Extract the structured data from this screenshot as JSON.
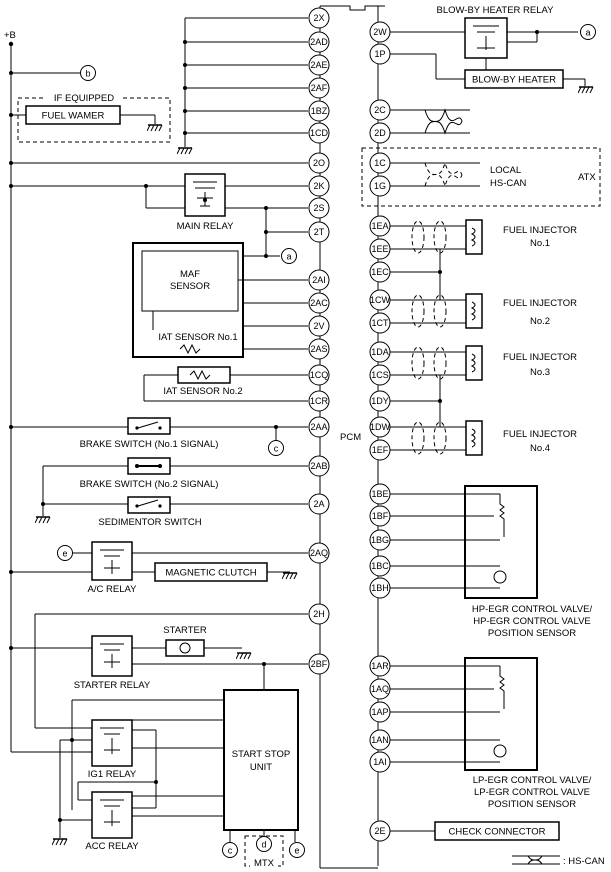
{
  "power_label": "+B",
  "pcm_label": "PCM",
  "left_pins": [
    "2X",
    "2AD",
    "2AE",
    "2AF",
    "1BZ",
    "1CD",
    "2O",
    "2K",
    "2S",
    "2T",
    "2AI",
    "2AC",
    "2V",
    "2AS",
    "1CQ",
    "1CR",
    "2AA",
    "2AB",
    "2A",
    "2AQ",
    "2H",
    "2BF"
  ],
  "right_pins": [
    "2W",
    "1P",
    "2C",
    "2D",
    "1C",
    "1G",
    "1EA",
    "1EE",
    "1EC",
    "1CW",
    "1CT",
    "1DA",
    "1CS",
    "1DY",
    "1DW",
    "1EF",
    "1BE",
    "1BF",
    "1BG",
    "1BC",
    "1BH",
    "1AR",
    "1AQ",
    "1AP",
    "1AN",
    "1AI",
    "2E"
  ],
  "markers": {
    "a": "a",
    "b": "b",
    "c": "c",
    "d": "d",
    "e": "e"
  },
  "labels": {
    "if_equipped": "IF EQUIPPED",
    "fuel_warmer": "FUEL WAMER",
    "main_relay": "MAIN RELAY",
    "maf_sensor_1": "MAF",
    "maf_sensor_2": "SENSOR",
    "iat_sensor_1": "IAT SENSOR No.1",
    "iat_sensor_2": "IAT SENSOR No.2",
    "brake_switch_1": "BRAKE SWITCH (No.1 SIGNAL)",
    "brake_switch_2": "BRAKE SWITCH (No.2 SIGNAL)",
    "sedimentor_switch": "SEDIMENTOR SWITCH",
    "ac_relay": "A/C RELAY",
    "magnetic_clutch": "MAGNETIC CLUTCH",
    "starter": "STARTER",
    "starter_relay": "STARTER RELAY",
    "ig1_relay": "IG1 RELAY",
    "acc_relay": "ACC RELAY",
    "start_stop_1": "START STOP",
    "start_stop_2": "UNIT",
    "mtx": "MTX",
    "blowby_relay": "BLOW-BY HEATER RELAY",
    "blowby_heater": "BLOW-BY HEATER",
    "local_hs_can_1": "LOCAL",
    "local_hs_can_2": "HS-CAN",
    "atx": "ATX",
    "fi1_a": "FUEL INJECTOR",
    "fi1_b": "No.1",
    "fi2_a": "FUEL INJECTOR",
    "fi2_b": "No.2",
    "fi3_a": "FUEL INJECTOR",
    "fi3_b": "No.3",
    "fi4_a": "FUEL INJECTOR",
    "fi4_b": "No.4",
    "hp_egr_1": "HP-EGR CONTROL VALVE/",
    "hp_egr_2": "HP-EGR CONTROL VALVE",
    "hp_egr_3": "POSITION SENSOR",
    "lp_egr_1": "LP-EGR CONTROL VALVE/",
    "lp_egr_2": "LP-EGR CONTROL VALVE",
    "lp_egr_3": "POSITION SENSOR",
    "check_connector": "CHECK CONNECTOR",
    "legend_hs_can": ": HS-CAN"
  }
}
